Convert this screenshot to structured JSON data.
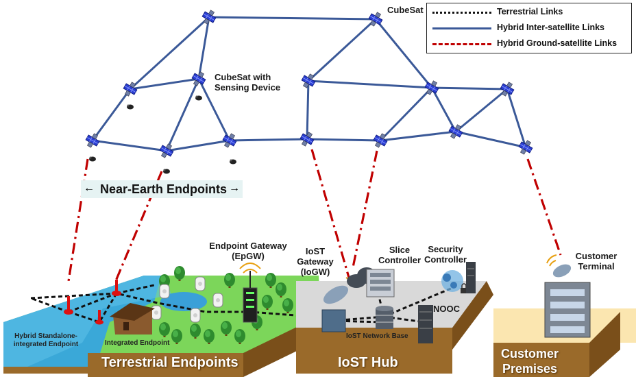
{
  "labels": {
    "cubesat": "CubeSat",
    "cubesat_sensing": "CubeSat with\nSensing Device",
    "near_earth": "Near-Earth Endpoints",
    "endpoint_gateway": "Endpoint Gateway\n(EpGW)",
    "iost_gateway": "IoST\nGateway\n(IoGW)",
    "slice_controller": "Slice\nController",
    "security_controller": "Security\nController",
    "nooc": "NOOC",
    "iost_network_base": "IoST Network Base",
    "customer_terminal": "Customer\nTerminal",
    "hybrid_standalone": "Hybrid Standalone-\nintegrated Endpoint",
    "integrated_endpoint": "Integrated Endpoint",
    "terrestrial_endpoints": "Terrestrial Endpoints",
    "iost_hub": "IoST Hub",
    "customer_premises": "Customer\nPremises"
  },
  "legend": {
    "terrestrial": "Terrestrial Links",
    "inter_satellite": "Hybrid Inter-satellite Links",
    "ground_satellite": "Hybrid Ground-satellite Links"
  },
  "colors": {
    "inter_satellite_link": "#3b5998",
    "ground_satellite_link": "#c00000",
    "terrestrial_link": "#111111",
    "satellite_panel": "#2b3fd4",
    "water": "#3aa8d8",
    "grass": "#7cd65a",
    "platform": "#d9d9d9",
    "premises": "#fbe6b0",
    "base_brown": "#9a6a2a"
  },
  "icons": [
    "satellite-icon",
    "sensor-icon",
    "antenna-dish-icon",
    "server-rack-icon",
    "cloud-icon",
    "gear-icon",
    "lock-icon",
    "house-icon",
    "tree-icon",
    "wifi-icon",
    "building-icon",
    "buoy-icon"
  ]
}
